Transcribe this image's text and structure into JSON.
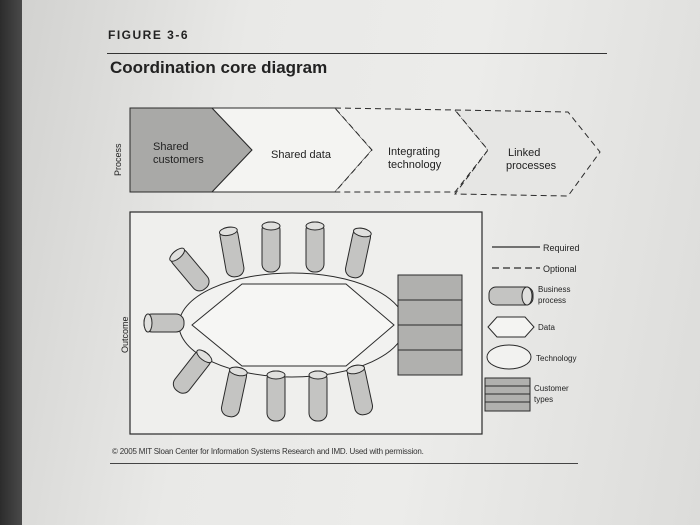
{
  "figure": {
    "label": "FIGURE 3-6",
    "title": "Coordination core diagram"
  },
  "process_row": {
    "side_label": "Process",
    "steps": [
      {
        "lines": [
          "Shared",
          "customers"
        ]
      },
      {
        "lines": [
          "Shared data"
        ]
      },
      {
        "lines": [
          "Integrating",
          "technology"
        ]
      },
      {
        "lines": [
          "Linked",
          "processes"
        ]
      }
    ]
  },
  "outcome": {
    "side_label": "Outcome"
  },
  "legend": {
    "required": "Required",
    "optional": "Optional",
    "business_process": [
      "Business",
      "process"
    ],
    "data": "Data",
    "technology": "Technology",
    "customer_types": [
      "Customer",
      "types"
    ]
  },
  "credit": "© 2005 MIT Sloan Center for Information Systems Research and IMD. Used with permission.",
  "colors": {
    "shaded_step": "#a9a9a7",
    "stack_fill": "#b0b0ae",
    "stroke": "#2a2a2a"
  }
}
